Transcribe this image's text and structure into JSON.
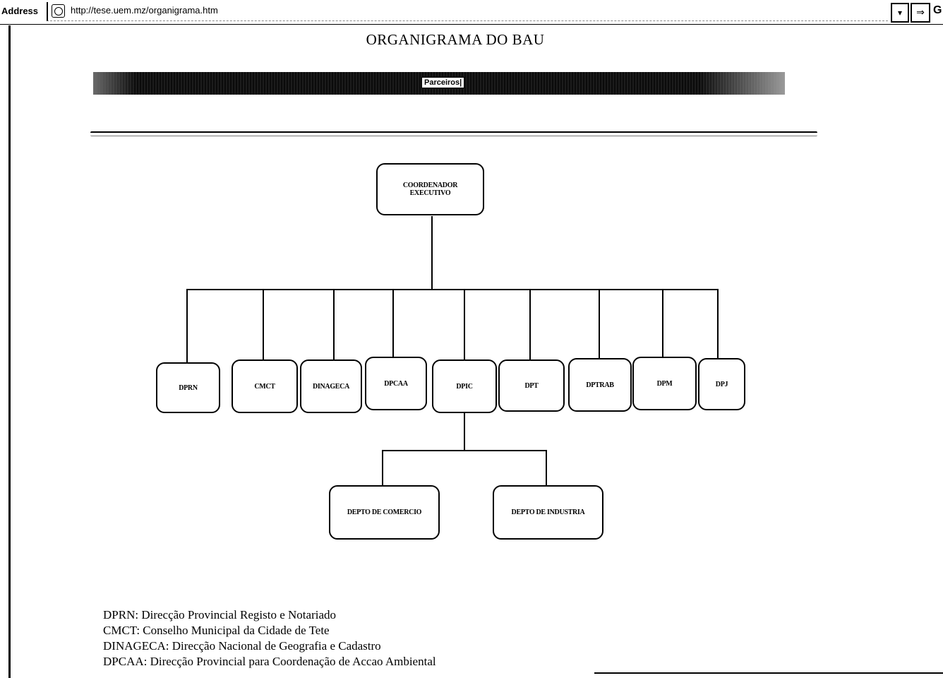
{
  "address_bar": {
    "label": "Address",
    "url": "http://tese.uem.mz/organigrama.htm",
    "dropdown_glyph": "▾",
    "go_glyph": "⇒",
    "go_cut_text": "G"
  },
  "page": {
    "title": "ORGANIGRAMA DO BAU",
    "nav_link": "Parceiros|"
  },
  "orgchart": {
    "root": "COORDENADOR EXECUTIVO",
    "level2": [
      "DPRN",
      "CMCT",
      "DINAGECA",
      "DPCAA",
      "DPIC",
      "DPT",
      "DPTRAB",
      "DPM",
      "DPJ"
    ],
    "level3": [
      "DEPTO DE COMERCIO",
      "DEPTO DE INDUSTRIA"
    ]
  },
  "legend": [
    "DPRN: Direcção Provincial Registo e Notariado",
    "CMCT: Conselho Municipal da Cidade de Tete",
    "DINAGECA: Direcção Nacional de Geografia e Cadastro",
    "DPCAA: Direcção Provincial para Coordenação de Accao Ambiental"
  ]
}
